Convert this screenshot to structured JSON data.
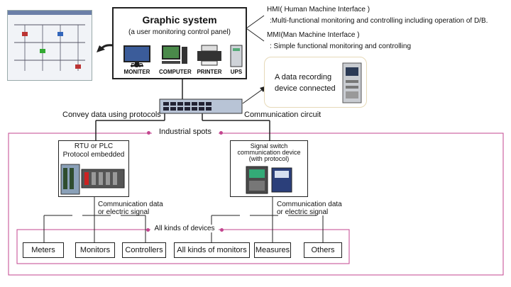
{
  "graphic_system": {
    "title": "Graphic system",
    "subtitle": "(a user monitoring control panel)",
    "devices": [
      "PDP MONITER",
      "COMPUTER",
      "PRINTER",
      "UPS"
    ]
  },
  "hmi": {
    "title": "HMI( Human Machine Interface )",
    "desc": ":Multi-functional monitoring and controlling including operation of D/B."
  },
  "mmi": {
    "title": "MMI(Man Machine Interface )",
    "desc": ": Simple functional monitoring and controlling"
  },
  "recording": {
    "line1": "A data recording",
    "line2": "device connected"
  },
  "links": {
    "left": "Convey data using protocols",
    "right": "Communication circuit"
  },
  "industrial_spots": "Industrial spots",
  "rtu": {
    "line1": "RTU or PLC",
    "line2": "Protocol embedded"
  },
  "signal_switch": {
    "line1": "Signal switch",
    "line2": "communication device",
    "line3": "(with protocol)"
  },
  "comm_left": {
    "line1": "Communication data",
    "line2": "or electric signal"
  },
  "comm_right": {
    "line1": "Communication data",
    "line2": "or electric signal"
  },
  "all_devices": "All kinds of devices",
  "leaves": [
    "Meters",
    "Monitors",
    "Controllers",
    "All kinds of monitors",
    "Measures",
    "Others"
  ],
  "colors": {
    "pink": "#c3458f",
    "line": "#222222"
  }
}
